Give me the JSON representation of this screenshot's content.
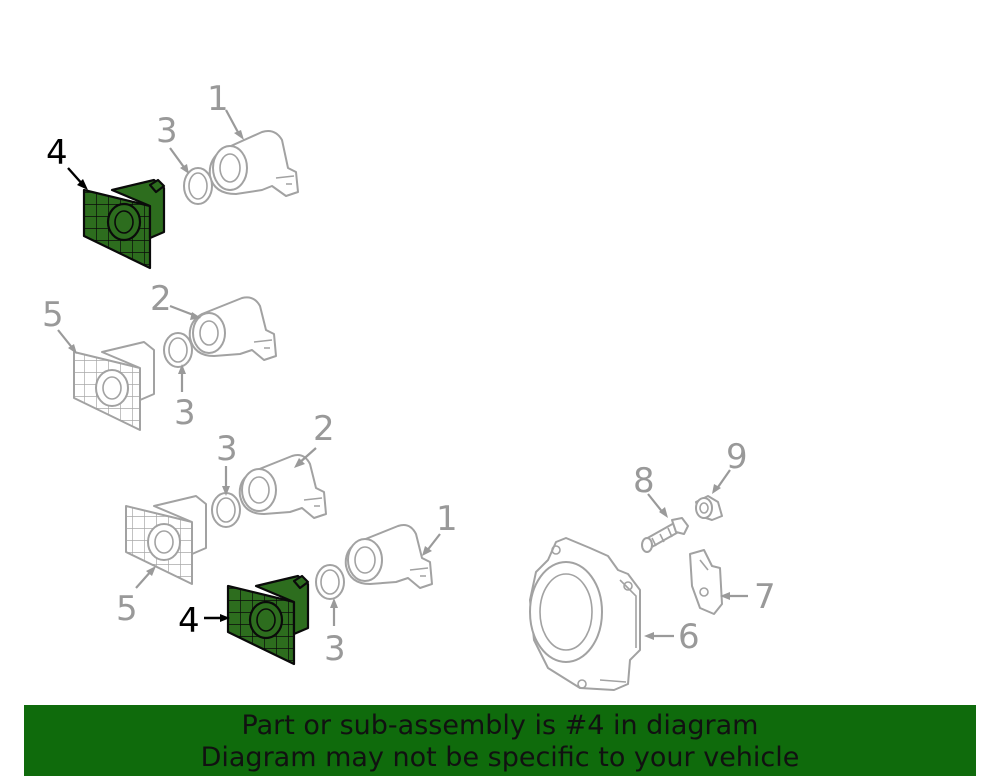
{
  "callouts": {
    "c1_top": "1",
    "c3_top": "3",
    "c4_top": "4",
    "c2_mid": "2",
    "c5_mid": "5",
    "c3_mid": "3",
    "c3_low": "3",
    "c2_low": "2",
    "c1_low": "1",
    "c5_low": "5",
    "c4_low": "4",
    "c3_bottom": "3",
    "c8": "8",
    "c9": "9",
    "c7": "7",
    "c6": "6"
  },
  "banner": {
    "line1": "Part or sub-assembly is #4 in diagram",
    "line2": "Diagram may not be specific to your vehicle"
  },
  "colors": {
    "highlight_fill": "#2d6d1e",
    "banner_background": "#0f6b0c",
    "part_stroke": "#a2a2a2"
  }
}
